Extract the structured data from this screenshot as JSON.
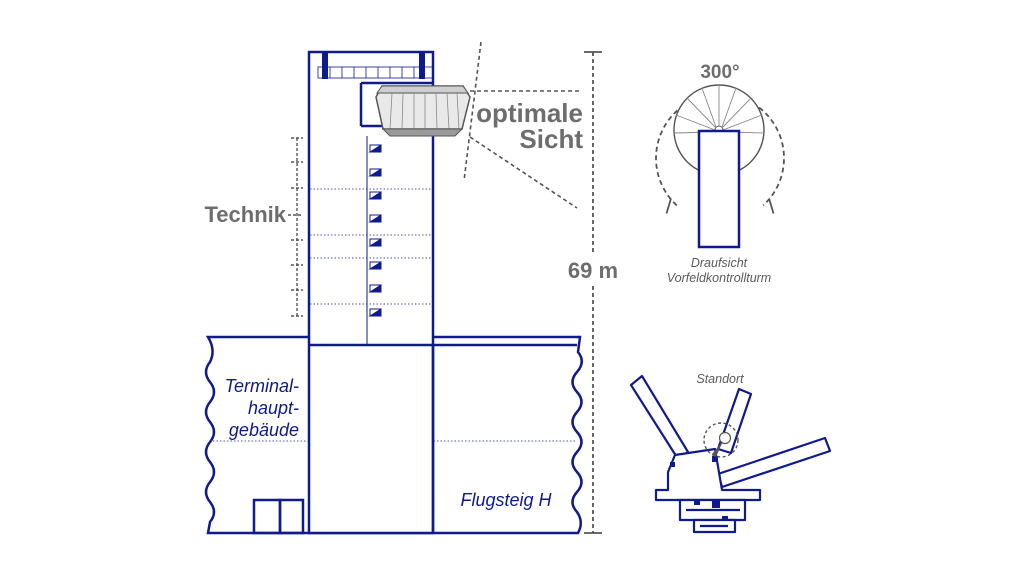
{
  "colors": {
    "outline": "#0f1a8c",
    "dashed": "#555555",
    "label_gray": "#6d6d6d",
    "cab_glass": "#e9e9e9"
  },
  "labels": {
    "optimal_view_line1": "optimale",
    "optimal_view_line2": "Sicht",
    "technik": "Technik",
    "height": "69 m",
    "terminal_line1": "Terminal-",
    "terminal_line2": "haupt-",
    "terminal_line3": "gebäude",
    "gate": "Flugsteig H",
    "angle": "300°",
    "top_view_line1": "Draufsicht",
    "top_view_line2": "Vorfeldkontrollturm",
    "location": "Standort"
  },
  "icons": {
    "spiral_staircase": "spiral-staircase-icon",
    "location_marker": "location-marker-icon"
  }
}
